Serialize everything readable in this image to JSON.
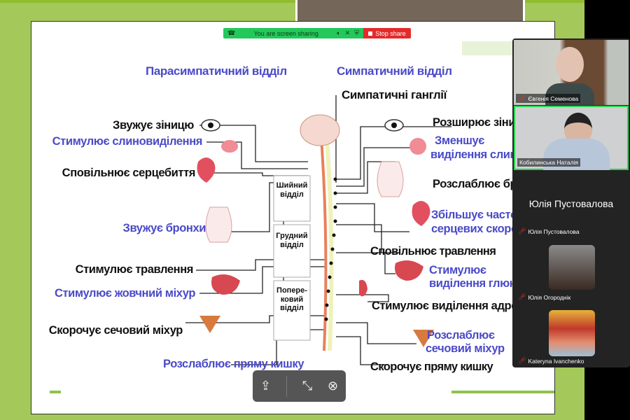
{
  "slide": {
    "para_title": "Парасимпатичний відділ",
    "symp_title": "Симпатичний відділ",
    "ganglia": "Симпатичні ганглії",
    "left": [
      "Звужує зіницю",
      "Стимулює слиновиділення",
      "Сповільнює серцебиття",
      "Звужує бронхи",
      "Стимулює травлення",
      "Стимулює жовчний міхур",
      "Скорочує сечовий міхур",
      "Розслаблює пряму кишку"
    ],
    "right": [
      "Розширює зіни",
      "Зменшує",
      "виділення слин",
      "Розслаблює бр",
      "Збільшує часто",
      "серцевих скоро",
      "Сповільнює травлення",
      "Стимулює",
      "виділення глюк",
      "Стимулює виділення адре",
      "Розслаблює",
      "сечовий міхур",
      "Скорочує пряму кишку"
    ],
    "spine": [
      "Шийний відділ",
      "Грудний відділ",
      "Попере-ковий відділ"
    ]
  },
  "sharing": {
    "status": "You are screen sharing",
    "stop": "Stop share"
  },
  "participants": [
    {
      "name": "Євгенія Семенова"
    },
    {
      "name": "Кобилинська Наталія"
    },
    {
      "name": "Юлія Пустовалова",
      "big": "Юлія Пустовалова"
    },
    {
      "name": "Юлія Огороднік"
    },
    {
      "name": "Kateryna Ivanchenko"
    }
  ],
  "colors": {
    "accent": "#22c95a",
    "stop": "#e32b2b",
    "title_blue": "#4a4ac8"
  }
}
